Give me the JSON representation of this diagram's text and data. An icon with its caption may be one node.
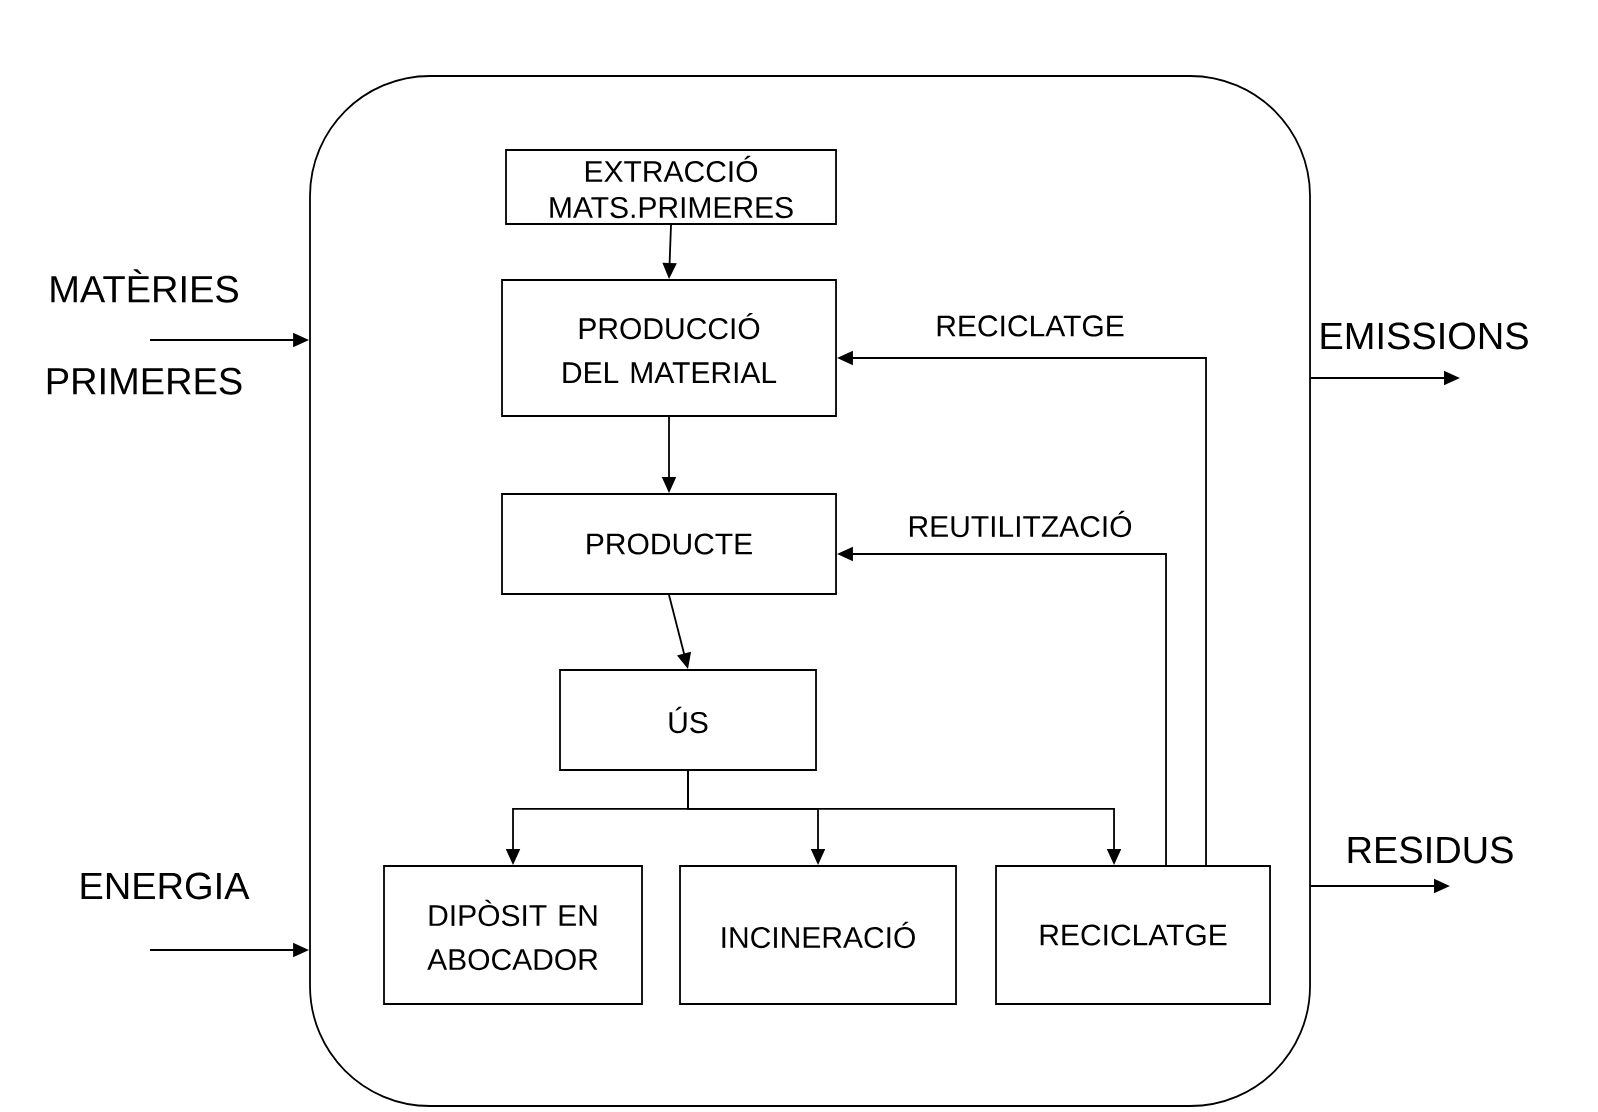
{
  "diagram": {
    "nodes": [
      {
        "text": [],
        "shape": "box"
      },
      {
        "text": [
          "EXTRACCIÓ MATS.PRIMERES"
        ],
        "in": 0
      },
      {
        "text": [
          "PRODUCCIÓ DEL MATERIAL"
        ],
        "in": 0
      },
      {
        "text": [
          "PRODUCTE"
        ],
        "in": 0
      },
      {
        "text": [
          "ÚS"
        ],
        "in": 0
      },
      {
        "text": [
          "DIPÒSIT EN ABOCADOR"
        ],
        "in": 0
      },
      {
        "text": [
          "INCINERACIÓ"
        ],
        "in": 0
      },
      {
        "text": [
          "RECICLATGE"
        ],
        "in": 0
      },
      {
        "text": [
          "MATÈRIES PRIMERES"
        ]
      },
      {
        "text": [
          "ENERGIA"
        ]
      },
      {
        "text": [
          "EMISSIONS"
        ]
      },
      {
        "text": [
          "RESIDUS"
        ]
      }
    ],
    "edges": [
      {
        "from": 1,
        "to": 2,
        "arrow": "to"
      },
      {
        "from": 2,
        "to": 3,
        "arrow": "to"
      },
      {
        "from": 3,
        "to": 4,
        "arrow": "to"
      },
      {
        "from": 4,
        "to": 5,
        "arrow": "to"
      },
      {
        "from": 4,
        "to": 6,
        "arrow": "to"
      },
      {
        "from": 4,
        "to": 7,
        "arrow": "to"
      },
      {
        "from": 7,
        "to": 2,
        "arrow": "to",
        "label": "RECICLATGE"
      },
      {
        "from": 7,
        "to": 3,
        "arrow": "to",
        "label": "REUTILITZACIÓ"
      },
      {
        "from": 8,
        "to": 0,
        "arrow": "to"
      },
      {
        "from": 9,
        "to": 0,
        "arrow": "to"
      },
      {
        "from": 0,
        "to": 10,
        "arrow": "to"
      },
      {
        "from": 0,
        "to": 11,
        "arrow": "to"
      }
    ]
  }
}
